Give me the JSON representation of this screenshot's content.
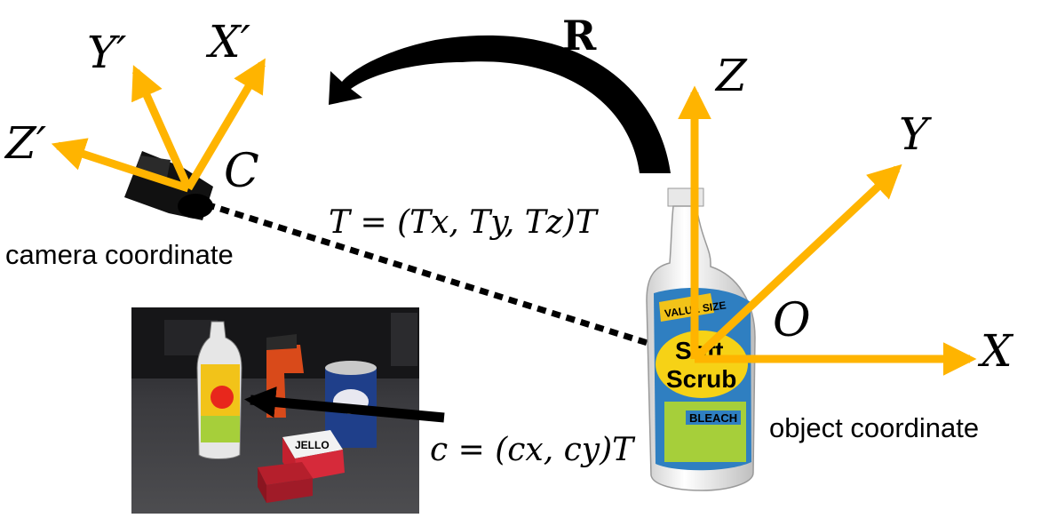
{
  "labels": {
    "rotation": "R",
    "camera_axis_y": "Y′",
    "camera_axis_x": "X′",
    "camera_axis_z": "Z′",
    "camera_center": "C",
    "translation": "T = (Tx, Ty, Tz)T",
    "camera_coordinate": "camera coordinate",
    "object_axis_z": "Z",
    "object_axis_y": "Y",
    "object_axis_x": "X",
    "object_origin": "O",
    "object_coordinate": "object coordinate",
    "projected_center": "c = (cx, cy)T"
  },
  "bottle_brand": [
    "Soft",
    "Scrub"
  ],
  "bottle_banner": "VALUE SIZE",
  "bottle_type": "BLEACH",
  "photo_box_label": "JELLO",
  "colors": {
    "axis": "#ffb400",
    "marker": "#e8271c",
    "bottle_label": "#2f7fc1"
  }
}
